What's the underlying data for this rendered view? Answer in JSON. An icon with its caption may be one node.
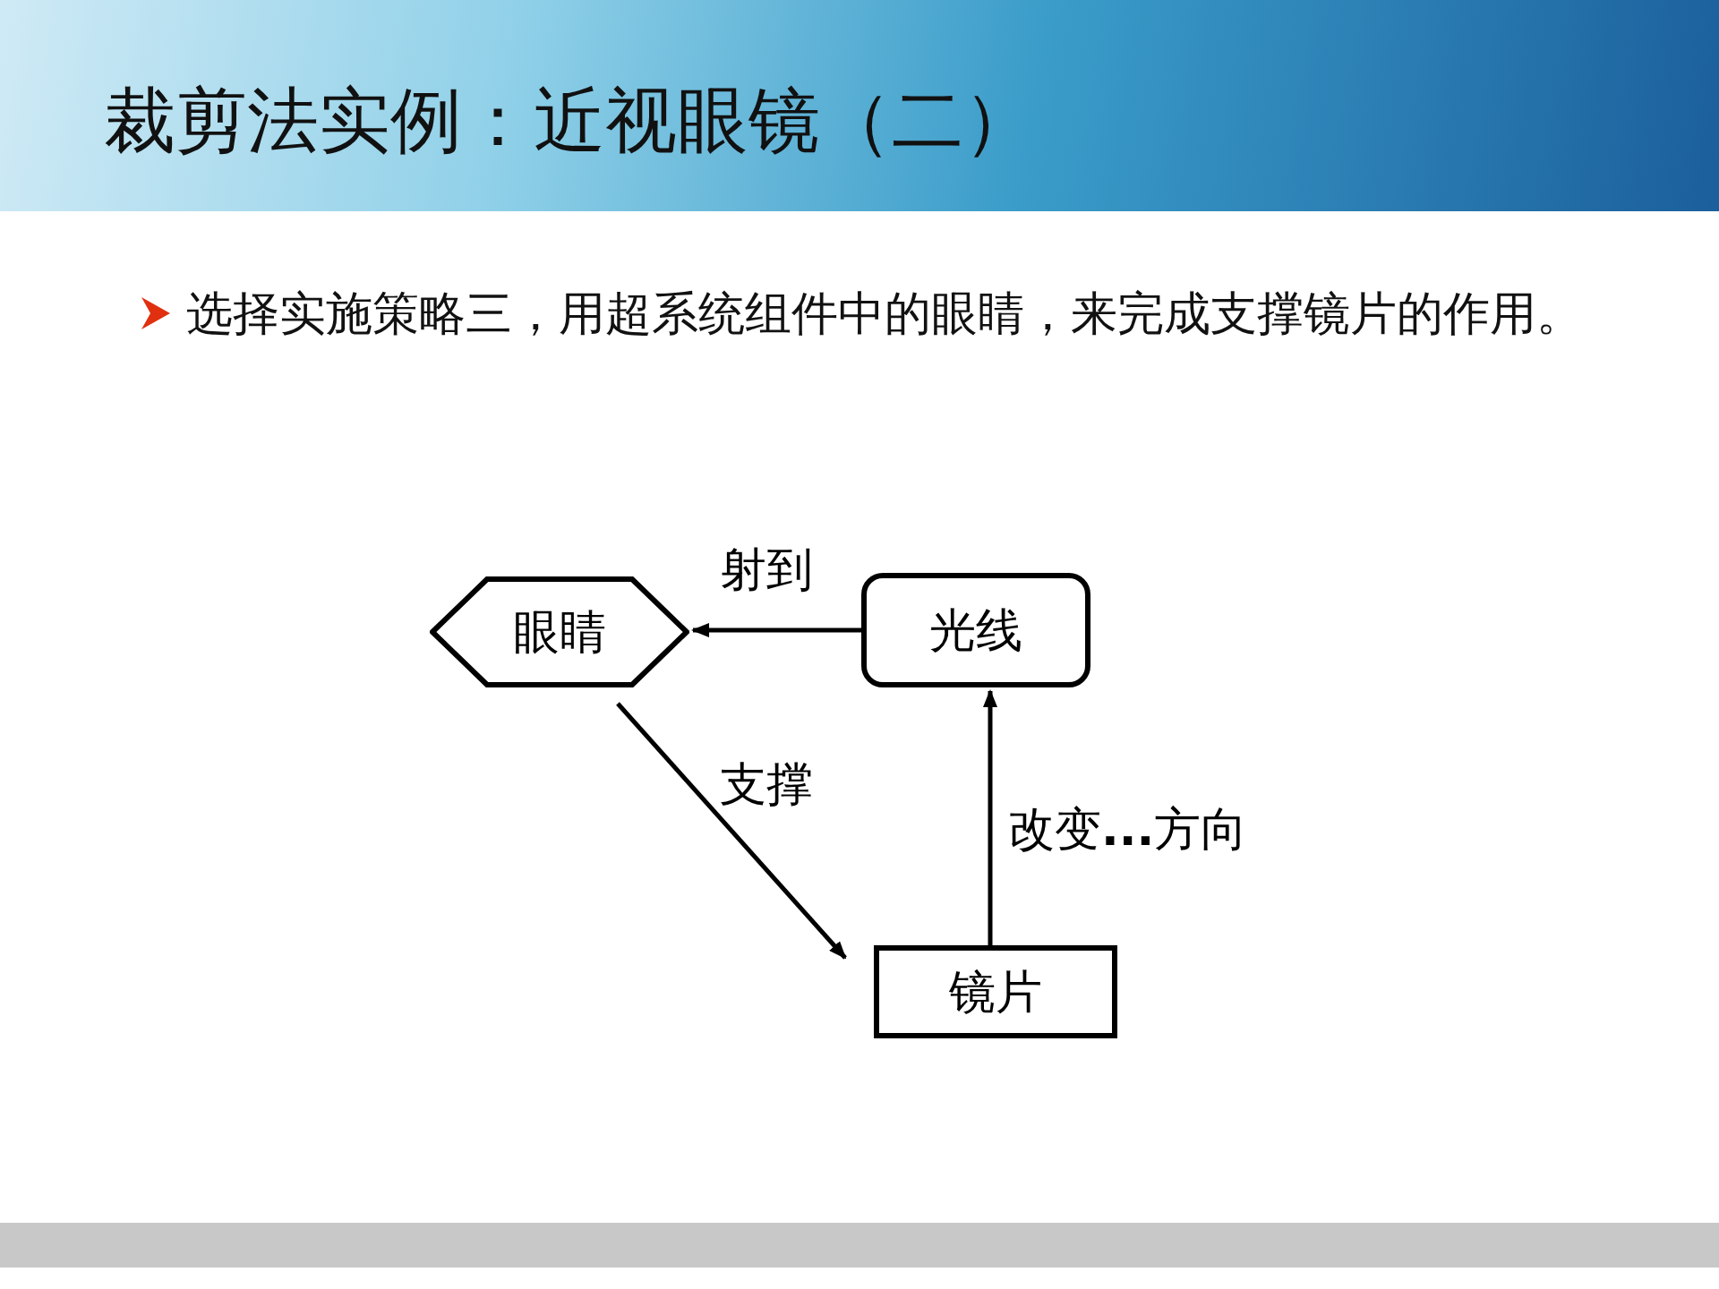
{
  "diagram": {
    "title": "裁剪法实例：近视眼镜（二）",
    "nodes": [
      {
        "text": [
          "眼睛"
        ]
      },
      {
        "text": [
          "光线"
        ]
      },
      {
        "text": [
          "镜片"
        ]
      }
    ],
    "edges": [
      {
        "from": 1,
        "to": 0,
        "arrow": "to",
        "label": "射到"
      },
      {
        "from": 0,
        "to": 2,
        "arrow": "to",
        "label": "支撑"
      },
      {
        "from": 2,
        "to": 1,
        "arrow": "to",
        "label": "改变**...**方向"
      }
    ],
    "labels": [
      "选择实施策略三，用超系统组件中的眼睛，来完成支撑镜片的作用。"
    ]
  }
}
